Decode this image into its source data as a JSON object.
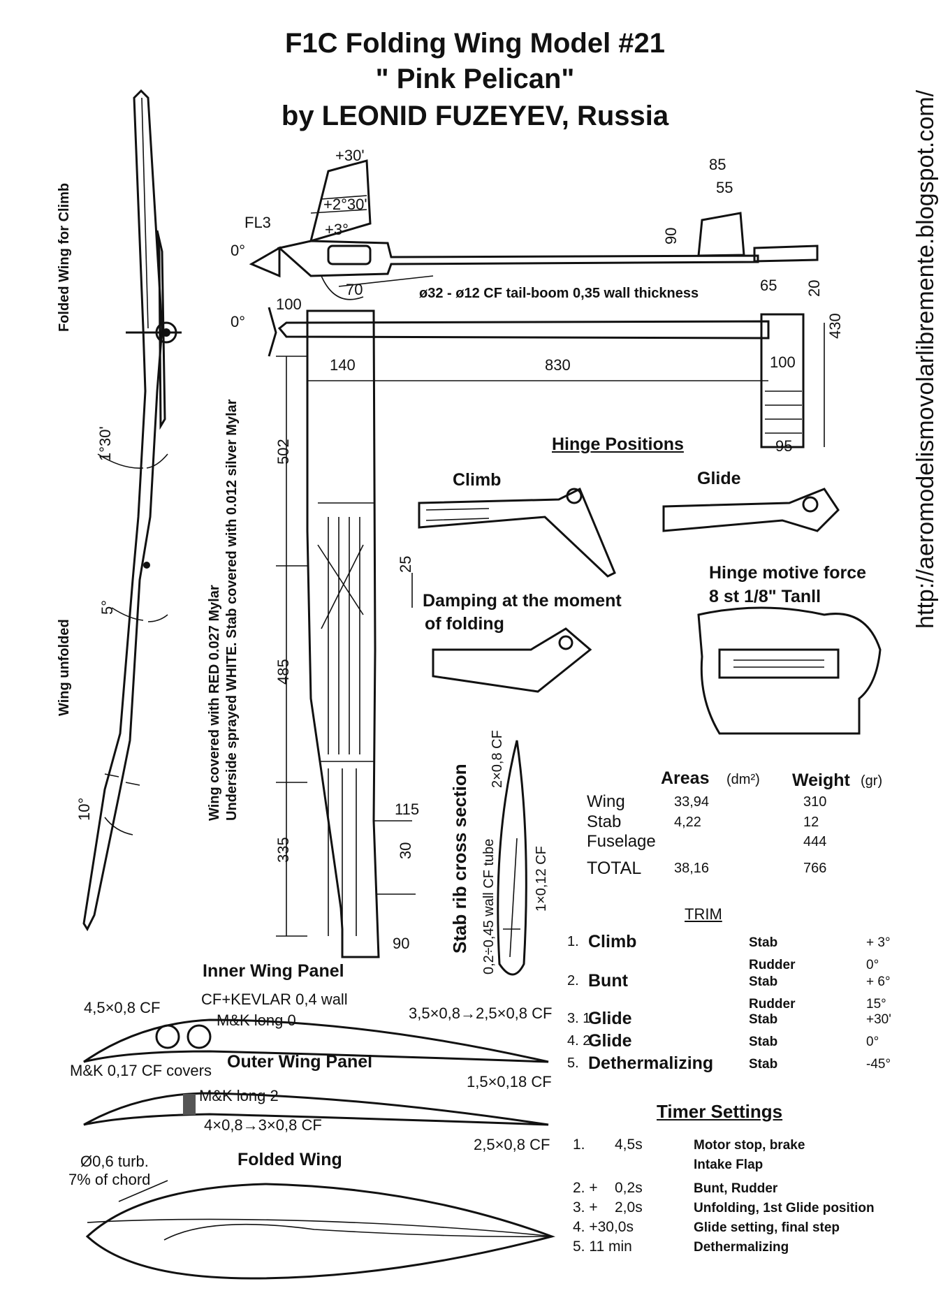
{
  "title": {
    "line1": "F1C Folding Wing Model #21",
    "line2": "\" Pink Pelican\"",
    "line3": "by LEONID FUZEYEV, Russia"
  },
  "website": "http://aeromodelismovolarlibremente.blogspot.com/",
  "side_labels": {
    "folded_climb": "Folded Wing for Climb",
    "wing_unfolded": "Wing unfolded",
    "angle_1": "1°30'",
    "angle_2": "5°",
    "angle_3": "10°",
    "covering_1": "Wing covered with RED 0.027 Mylar",
    "covering_2": "Underside sprayed WHITE. Stab covered with 0.012 silver Mylar"
  },
  "side_view": {
    "fl3": "FL3",
    "pylon_1": "+30'",
    "pylon_2": "+2°30'",
    "pylon_3": "+3°",
    "zero_1": "0°",
    "zero_2": "0°",
    "dim_70": "70",
    "boom": "ø32 - ø12 CF tail-boom 0,35 wall thickness",
    "dim_85": "85",
    "dim_55": "55",
    "dim_90": "90",
    "dim_65": "65",
    "dim_20": "20"
  },
  "top_view": {
    "dim_100": "100",
    "dim_140": "140",
    "dim_830": "830",
    "dim_100b": "100",
    "dim_95": "95",
    "dim_430": "430",
    "dim_502": "502",
    "dim_485": "485",
    "dim_335": "335",
    "dim_25": "25",
    "dim_115": "115",
    "dim_30": "30",
    "dim_90": "90"
  },
  "hinge": {
    "heading": "Hinge Positions",
    "climb": "Climb",
    "glide": "Glide",
    "damping_1": "Damping at the moment",
    "damping_2": "of folding",
    "motive_1": "Hinge motive force",
    "motive_2": "8 st 1/8\" Tanll"
  },
  "stab_rib": {
    "heading": "Stab rib cross section",
    "tube": "0,2÷0,45 wall CF tube",
    "cf1": "2×0,8 CF",
    "cf2": "1×0,12 CF"
  },
  "areas": {
    "h_areas": "Areas",
    "h_areas_unit": "(dm²)",
    "h_weight": "Weight",
    "h_weight_unit": "(gr)",
    "rows": [
      {
        "name": "Wing",
        "area": "33,94",
        "weight": "310"
      },
      {
        "name": "Stab",
        "area": "4,22",
        "weight": "12"
      },
      {
        "name": "Fuselage",
        "area": "",
        "weight": "444"
      },
      {
        "name": "TOTAL",
        "area": "38,16",
        "weight": "766"
      }
    ]
  },
  "trim": {
    "heading": "TRIM",
    "rows": [
      {
        "num": "1.",
        "phase": "Climb",
        "surface": "Stab",
        "value": "+ 3°"
      },
      {
        "num": "",
        "phase": "",
        "surface": "Rudder",
        "value": "0°"
      },
      {
        "num": "2.",
        "phase": "Bunt",
        "surface": "Stab",
        "value": "+ 6°"
      },
      {
        "num": "",
        "phase": "",
        "surface": "Rudder",
        "value": "15°"
      },
      {
        "num": "3. 1",
        "phase": "Glide",
        "surface": "Stab",
        "value": "+30'"
      },
      {
        "num": "4. 2.",
        "phase": "Glide",
        "surface": "Stab",
        "value": "0°"
      },
      {
        "num": "5.",
        "phase": "Dethermalizing",
        "surface": "Stab",
        "value": "-45°"
      }
    ]
  },
  "panels": {
    "inner": "Inner Wing Panel",
    "cf45": "4,5×0,8 CF",
    "kevlar": "CF+KEVLAR 0,4 wall",
    "mk0": "M&K long 0",
    "cf35": "3,5×0,8→2,5×0,8 CF",
    "covers": "M&K 0,17 CF covers",
    "outer": "Outer Wing Panel",
    "cf15": "1,5×0,18 CF",
    "mk2": "M&K long 2",
    "cf4": "4×0,8→3×0,8 CF",
    "cf25": "2,5×0,8 CF",
    "folded": "Folded Wing",
    "turb": "Ø0,6 turb.",
    "chord": "7% of chord"
  },
  "timer": {
    "heading": "Timer Settings",
    "rows": [
      {
        "step": "1.",
        "time": "4,5s",
        "action": "Motor stop, brake"
      },
      {
        "step": "",
        "time": "",
        "action": "Intake Flap"
      },
      {
        "step": "2. +",
        "time": "0,2s",
        "action": "Bunt, Rudder"
      },
      {
        "step": "3. +",
        "time": "2,0s",
        "action": "Unfolding, 1st Glide position"
      },
      {
        "step": "4. +30,0s",
        "time": "",
        "action": "Glide setting, final step"
      },
      {
        "step": "5. 11 min",
        "time": "",
        "action": "Dethermalizing"
      }
    ]
  }
}
